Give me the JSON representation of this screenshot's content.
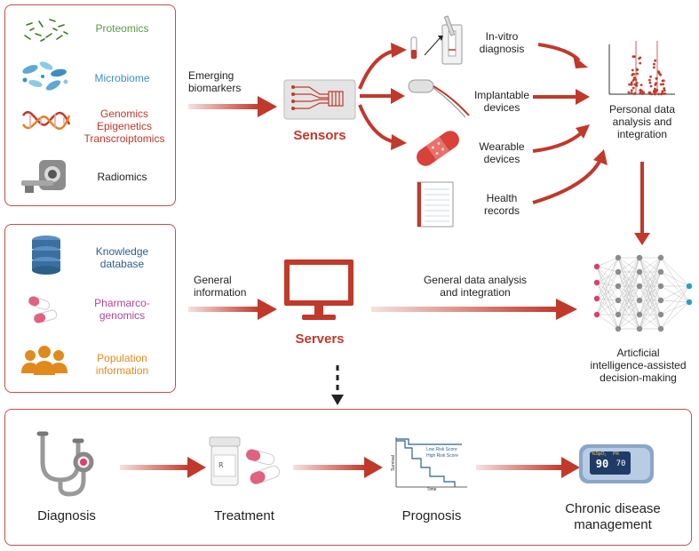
{
  "biomarkers": {
    "items": [
      {
        "label": "Proteomics",
        "color": "#5a9a46"
      },
      {
        "label": "Microbiome",
        "color": "#3e8fbf"
      },
      {
        "label": "Genomics\nEpigenetics\nTranscroiptomics",
        "color": "#c0392b"
      },
      {
        "label": "Radiomics",
        "color": "#222222"
      }
    ]
  },
  "knowledge": {
    "items": [
      {
        "label": "Knowledge\ndatabase",
        "color": "#2c5f8a"
      },
      {
        "label": "Pharmarco-\ngenomics",
        "color": "#b0479a"
      },
      {
        "label": "Population\ninformation",
        "color": "#e08a1e"
      }
    ]
  },
  "arrows": {
    "emerging": "Emerging\nbiomarkers",
    "general_info": "General\ninformation",
    "general_analysis": "General data analysis\nand integration"
  },
  "sensors": {
    "label": "Sensors"
  },
  "servers": {
    "label": "Servers"
  },
  "devices": {
    "items": [
      {
        "label": "In-vitro\ndiagnosis"
      },
      {
        "label": "Implantable\ndevices"
      },
      {
        "label": "Wearable\ndevices"
      },
      {
        "label": "Health\nrecords"
      }
    ]
  },
  "personal": {
    "label": "Personal data\nanalysis and\nintegration"
  },
  "ai": {
    "label": "Articficial\nintelligence-assisted\ndecision-making"
  },
  "workflow": {
    "diagnosis": "Diagnosis",
    "treatment": "Treatment",
    "prognosis": "Prognosis",
    "management": "Chronic disease\nmanagement"
  },
  "km_plot": {
    "low": "Low Risk Score",
    "high": "High Risk Score",
    "xlabel": "Time",
    "ylabel": "Survival"
  },
  "oximeter": {
    "spo2_label": "%SpO₂",
    "pr_label": "PR",
    "spo2": "90",
    "pr": "70"
  },
  "colors": {
    "accent": "#c0392b",
    "border": "#c0504d"
  }
}
